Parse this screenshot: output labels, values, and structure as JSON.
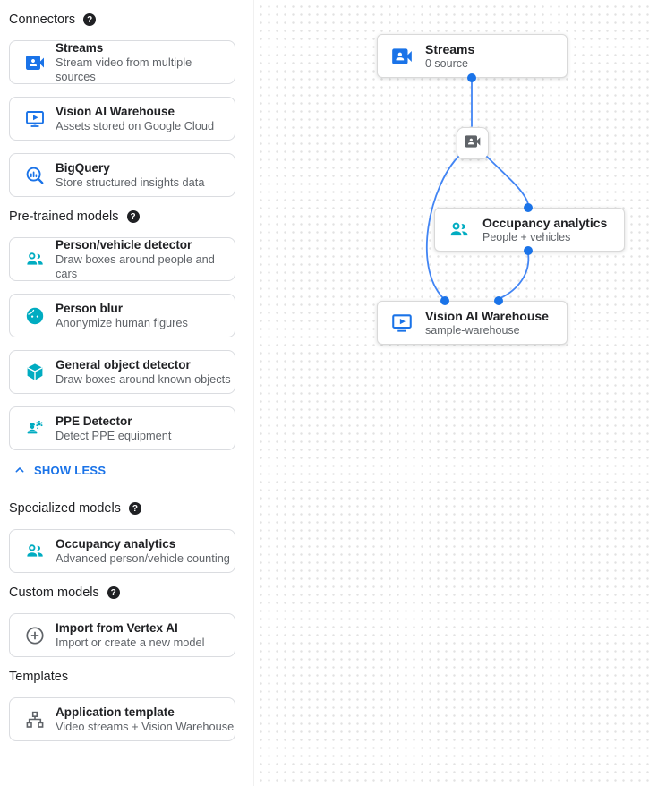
{
  "sidebar": {
    "sections": [
      {
        "title": "Connectors",
        "items": [
          {
            "title": "Streams",
            "subtitle": "Stream video from multiple sources"
          },
          {
            "title": "Vision AI Warehouse",
            "subtitle": "Assets stored on Google Cloud"
          },
          {
            "title": "BigQuery",
            "subtitle": "Store structured insights data"
          }
        ]
      },
      {
        "title": "Pre-trained models",
        "items": [
          {
            "title": "Person/vehicle detector",
            "subtitle": "Draw boxes around people and cars"
          },
          {
            "title": "Person blur",
            "subtitle": "Anonymize human figures"
          },
          {
            "title": "General object detector",
            "subtitle": "Draw boxes around known objects"
          },
          {
            "title": "PPE Detector",
            "subtitle": "Detect PPE equipment"
          }
        ]
      },
      {
        "title": "Specialized models",
        "items": [
          {
            "title": "Occupancy analytics",
            "subtitle": "Advanced person/vehicle counting"
          }
        ]
      },
      {
        "title": "Custom models",
        "items": [
          {
            "title": "Import from Vertex AI",
            "subtitle": "Import or create a new model"
          }
        ]
      },
      {
        "title": "Templates",
        "items": [
          {
            "title": "Application template",
            "subtitle": "Video streams + Vision Warehouse"
          }
        ]
      }
    ],
    "show_less_label": "SHOW LESS"
  },
  "canvas": {
    "nodes": {
      "streams": {
        "title": "Streams",
        "subtitle": "0 source"
      },
      "occupancy": {
        "title": "Occupancy analytics",
        "subtitle": "People + vehicles"
      },
      "warehouse": {
        "title": "Vision AI Warehouse",
        "subtitle": "sample-warehouse"
      }
    }
  },
  "colors": {
    "accent_blue": "#1a73e8",
    "edge_blue": "#4285f4",
    "model_teal": "#00acc1",
    "neutral_gray": "#5f6368"
  }
}
